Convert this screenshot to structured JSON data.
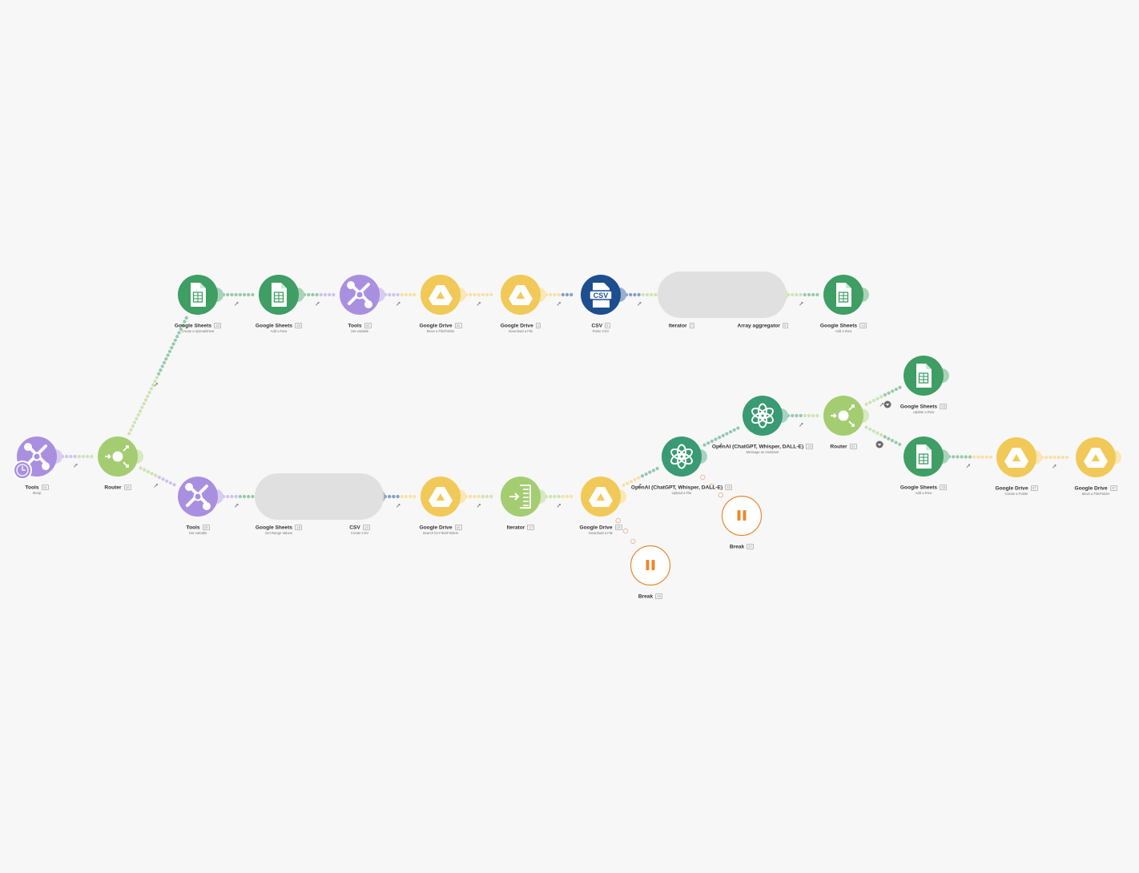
{
  "nodes": [
    {
      "id": "n1",
      "title": "Tools",
      "num": "15",
      "sub": "Sleep",
      "kind": "tools"
    },
    {
      "id": "n2",
      "title": "Router",
      "num": "16",
      "sub": "",
      "kind": "router"
    },
    {
      "id": "n3",
      "title": "Google Sheets",
      "num": "33",
      "sub": "Create a Spreadsheet",
      "kind": "sheets"
    },
    {
      "id": "n4",
      "title": "Google Sheets",
      "num": "33",
      "sub": "Add a Row",
      "kind": "sheets"
    },
    {
      "id": "n5",
      "title": "Tools",
      "num": "40",
      "sub": "Set variable",
      "kind": "tools"
    },
    {
      "id": "n6",
      "title": "Google Drive",
      "num": "31",
      "sub": "Move a File/Folder",
      "kind": "drive"
    },
    {
      "id": "n7",
      "title": "Google Drive",
      "num": "1",
      "sub": "Download a File",
      "kind": "drive"
    },
    {
      "id": "n8",
      "title": "CSV",
      "num": "5",
      "sub": "Parse CSV",
      "kind": "csv"
    },
    {
      "id": "n9",
      "title": "Iterator",
      "num": "7",
      "sub": "",
      "kind": "iterator"
    },
    {
      "id": "n10",
      "title": "Array aggregator",
      "num": "8",
      "sub": "",
      "kind": "aggregator"
    },
    {
      "id": "n11",
      "title": "Google Sheets",
      "num": "13",
      "sub": "Add a Row",
      "kind": "sheets"
    },
    {
      "id": "n12",
      "title": "Tools",
      "num": "20",
      "sub": "Get variable",
      "kind": "tools"
    },
    {
      "id": "n13",
      "title": "Google Sheets",
      "num": "15",
      "sub": "Get Range Values",
      "kind": "sheets"
    },
    {
      "id": "n14",
      "title": "CSV",
      "num": "13",
      "sub": "Create CSV",
      "kind": "csv"
    },
    {
      "id": "n15",
      "title": "Google Drive",
      "num": "16",
      "sub": "Search for Files/Folders",
      "kind": "drive"
    },
    {
      "id": "n16",
      "title": "Iterator",
      "num": "17",
      "sub": "",
      "kind": "iterator"
    },
    {
      "id": "n17",
      "title": "Google Drive",
      "num": "18",
      "sub": "Download a File",
      "kind": "drive"
    },
    {
      "id": "n18",
      "title": "Break",
      "num": "46",
      "sub": "",
      "kind": "break"
    },
    {
      "id": "n19",
      "title": "OpenAI (ChatGPT, Whisper, DALL-E)",
      "num": "22",
      "sub": "Upload a File",
      "kind": "openai"
    },
    {
      "id": "n20",
      "title": "Break",
      "num": "47",
      "sub": "",
      "kind": "break"
    },
    {
      "id": "n21",
      "title": "OpenAI (ChatGPT, Whisper, DALL-E)",
      "num": "23",
      "sub": "Message an Assistant",
      "kind": "openai"
    },
    {
      "id": "n22",
      "title": "Router",
      "num": "24",
      "sub": "",
      "kind": "router"
    },
    {
      "id": "n23",
      "title": "Google Sheets",
      "num": "28",
      "sub": "Update a Row",
      "kind": "sheets"
    },
    {
      "id": "n24",
      "title": "Google Sheets",
      "num": "33",
      "sub": "Add a Row",
      "kind": "sheets"
    },
    {
      "id": "n25",
      "title": "Google Drive",
      "num": "37",
      "sub": "Create a Folder",
      "kind": "drive"
    },
    {
      "id": "n26",
      "title": "Google Drive",
      "num": "37",
      "sub": "Move a File/Folder",
      "kind": "drive"
    }
  ],
  "colors": {
    "tools": "#a98fe0",
    "router": "#a4cd72",
    "sheets": "#3e9e63",
    "drive": "#f1c958",
    "csv": "#1d4e8f",
    "iterator": "#a4cd72",
    "aggregator": "#a4cd72",
    "openai": "#3a9a73",
    "break": "#e8892e",
    "canvas": "#f7f7f7"
  },
  "icons": {
    "tools": "wrench-screwdriver-icon",
    "router": "router-icon",
    "sheets": "spreadsheet-icon",
    "drive": "google-drive-icon",
    "csv": "csv-file-icon",
    "iterator": "iterator-icon",
    "aggregator": "aggregator-icon",
    "openai": "openai-icon",
    "break": "pause-icon"
  },
  "csv_icon_text": "CSV"
}
